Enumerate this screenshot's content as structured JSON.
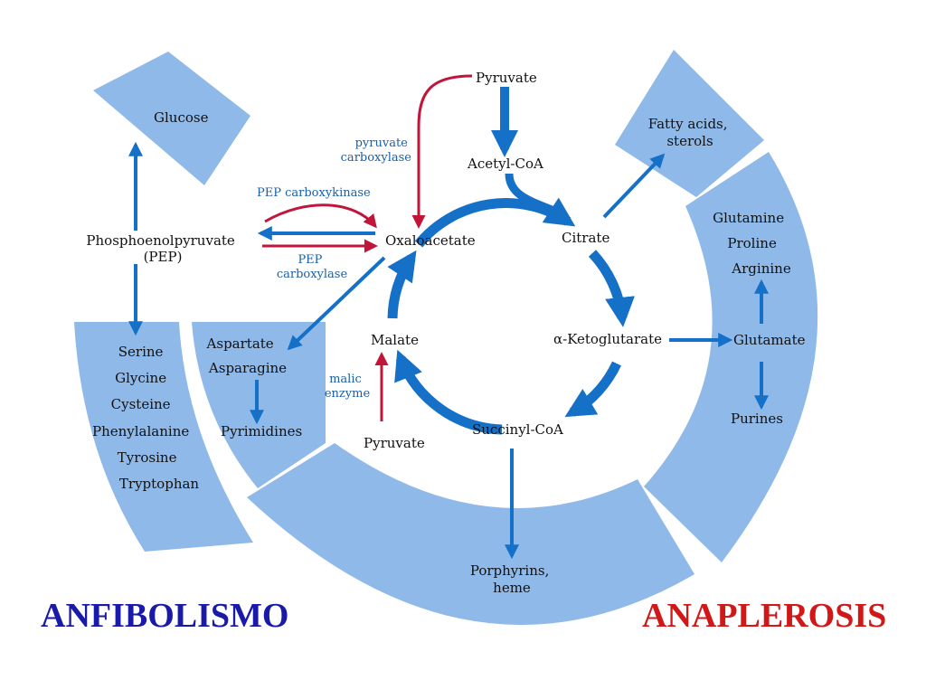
{
  "colors": {
    "band": "#8fb9e8",
    "cycle_arrow": "#1570c8",
    "red_arrow": "#c0163a",
    "enzyme_text": "#1a5fa8",
    "anfibolismo": "#1a1aa8",
    "anaplerosis": "#d01818"
  },
  "cycle": {
    "pyruvate_top": "Pyruvate",
    "acetyl_coa": "Acetyl-CoA",
    "citrate": "Citrate",
    "ketoglutarate": "α-Ketoglutarate",
    "succinyl_coa": "Succinyl-CoA",
    "malate": "Malate",
    "oxaloacetate": "Oxaloacetate",
    "pyruvate_bottom": "Pyruvate"
  },
  "enzymes": {
    "pyruvate_carboxylase": [
      "pyruvate",
      "carboxylase"
    ],
    "pep_carboxykinase": "PEP carboxykinase",
    "pep_carboxylase": [
      "PEP",
      "carboxylase"
    ],
    "malic_enzyme": [
      "malic",
      "enzyme"
    ]
  },
  "products": {
    "glucose": "Glucose",
    "pep": [
      "Phosphoenolpyruvate",
      "(PEP)"
    ],
    "amino_left": [
      "Serine",
      "Glycine",
      "Cysteine",
      "Phenylalanine",
      "Tyrosine",
      "Tryptophan"
    ],
    "aspartate_group": [
      "Aspartate",
      "Asparagine"
    ],
    "pyrimidines": "Pyrimidines",
    "fatty_acids": [
      "Fatty acids,",
      "sterols"
    ],
    "glutamine_group": [
      "Glutamine",
      "Proline",
      "Arginine"
    ],
    "glutamate": "Glutamate",
    "purines": "Purines",
    "porphyrins": [
      "Porphyrins,",
      "heme"
    ]
  },
  "titles": {
    "anfibolismo": "ANFIBOLISMO",
    "anaplerosis": "ANAPLEROSIS"
  }
}
